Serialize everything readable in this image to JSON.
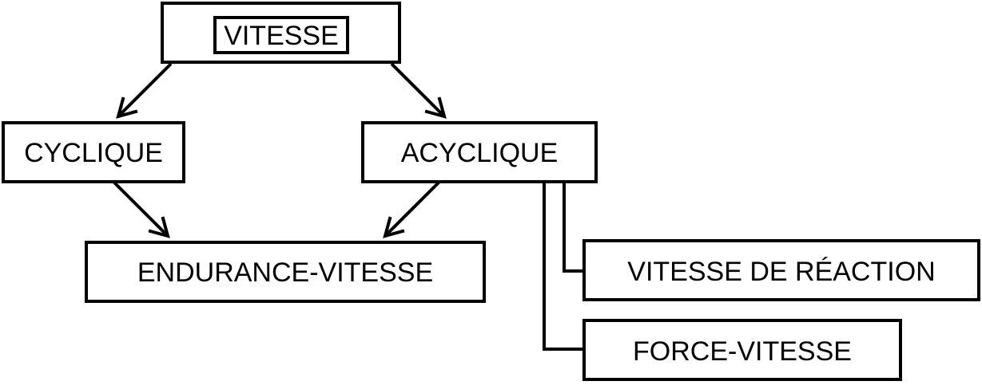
{
  "diagram": {
    "nodes": {
      "vitesse": "VITESSE",
      "cyclique": "CYCLIQUE",
      "acyclique": "ACYCLIQUE",
      "endurance_vitesse": "ENDURANCE-VITESSE",
      "vitesse_de_reaction": "VITESSE DE RÉACTION",
      "force_vitesse": "FORCE-VITESSE"
    },
    "edges": [
      {
        "from": "vitesse",
        "to": "cyclique",
        "arrow": true
      },
      {
        "from": "vitesse",
        "to": "acyclique",
        "arrow": true
      },
      {
        "from": "cyclique",
        "to": "endurance_vitesse",
        "arrow": true
      },
      {
        "from": "acyclique",
        "to": "endurance_vitesse",
        "arrow": true
      },
      {
        "from": "acyclique",
        "to": "vitesse_de_reaction",
        "arrow": false
      },
      {
        "from": "acyclique",
        "to": "force_vitesse",
        "arrow": false
      }
    ],
    "colors": {
      "stroke": "#000000",
      "background": "#ffffff"
    }
  }
}
